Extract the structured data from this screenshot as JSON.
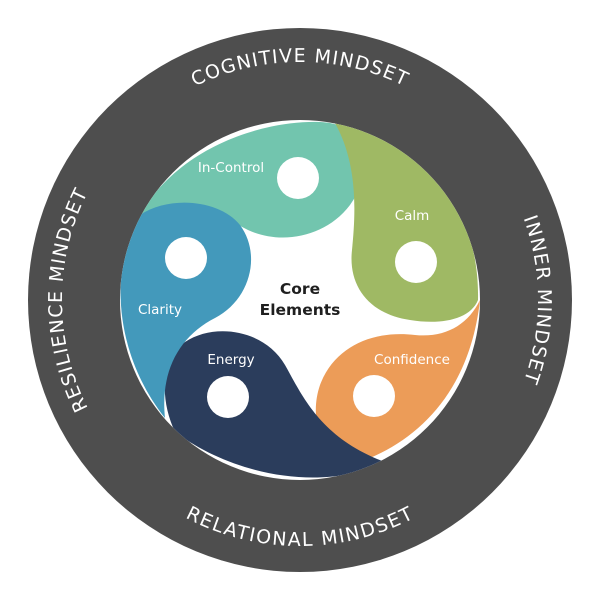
{
  "diagram": {
    "ring_color": "#4e4e4e",
    "inner_background": "#ffffff",
    "ring_labels": {
      "top": "COGNITIVE MINDSET",
      "right": "INNER MINDSET",
      "bottom": "RELATIONAL MINDSET",
      "left": "RESILIENCE MINDSET"
    },
    "core": {
      "line1": "Core",
      "line2": "Elements"
    },
    "segments": [
      {
        "label": "In-Control",
        "color": "#72c5ae"
      },
      {
        "label": "Calm",
        "color": "#9fb964"
      },
      {
        "label": "Confidence",
        "color": "#ec9c58"
      },
      {
        "label": "Energy",
        "color": "#2b3d5c"
      },
      {
        "label": "Clarity",
        "color": "#4399bb"
      }
    ]
  }
}
